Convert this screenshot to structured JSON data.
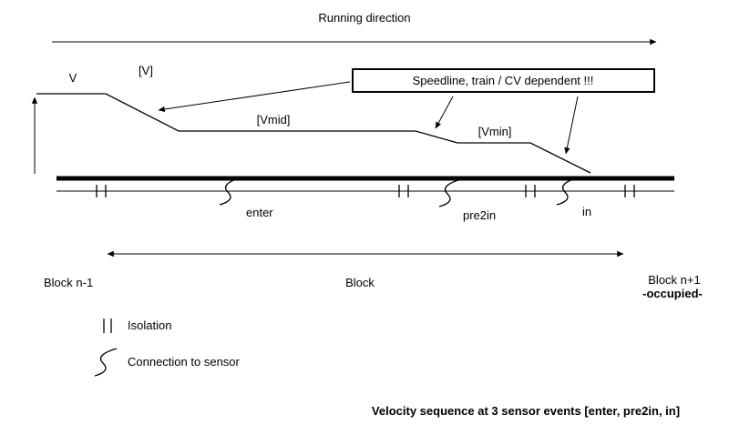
{
  "colors": {
    "line": "#000000",
    "background": "#ffffff"
  },
  "labels": {
    "running_direction": "Running direction",
    "v_axis": "V",
    "v_bracket": "[V]",
    "vmid": "[Vmid]",
    "vmin": "[Vmin]",
    "speedline_note": "Speedline, train / CV dependent !!!",
    "sensor_enter": "enter",
    "sensor_pre2in": "pre2in",
    "sensor_in": "in",
    "block_prev": "Block n-1",
    "block_current": "Block",
    "block_next": "Block n+1",
    "block_next_status": "-occupied-",
    "legend_isolation": "Isolation",
    "legend_sensor": "Connection to sensor",
    "caption": "Velocity sequence at 3 sensor events [enter, pre2in, in]"
  }
}
